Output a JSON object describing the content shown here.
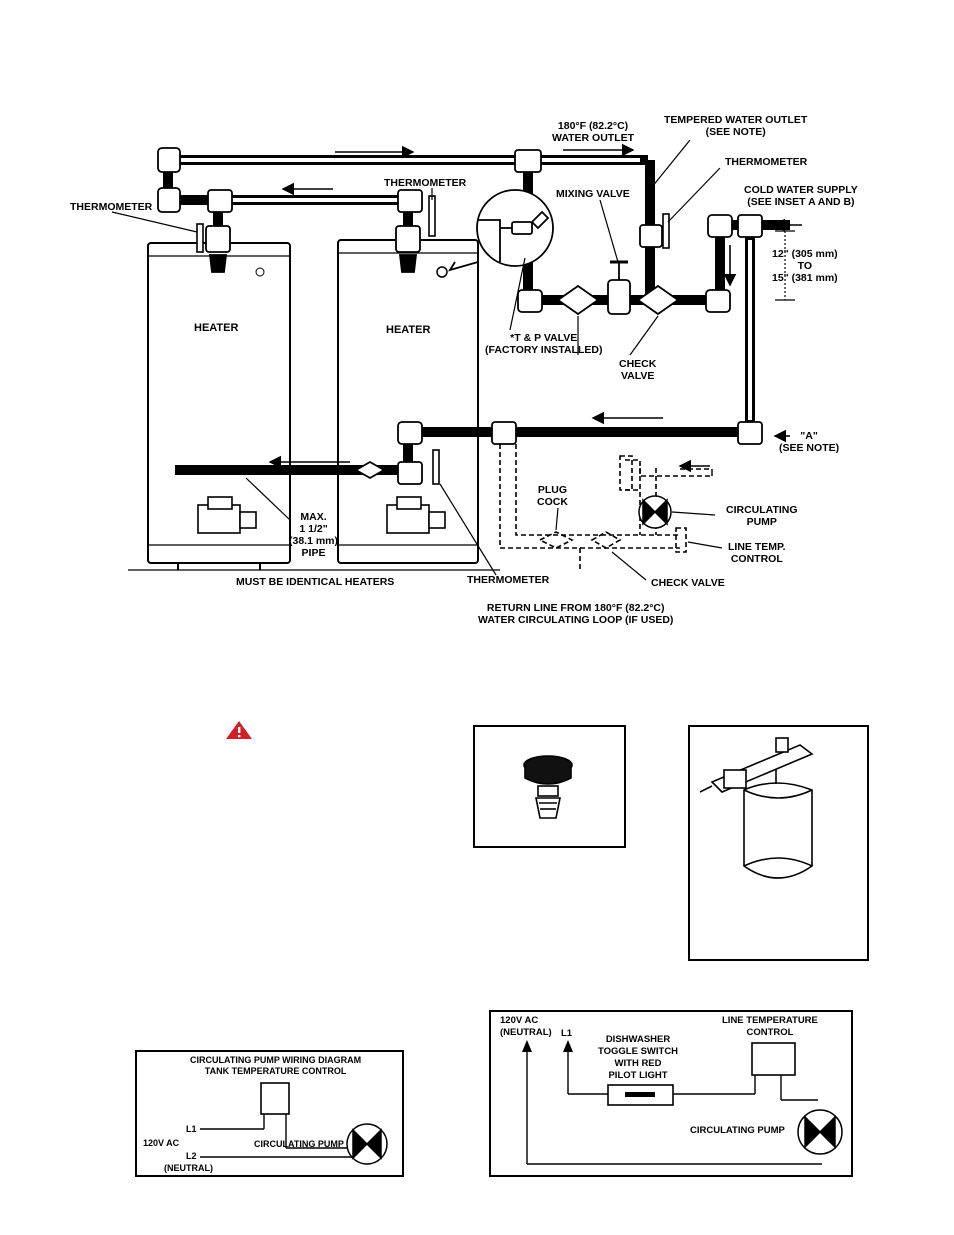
{
  "main_diagram": {
    "outlet_180": [
      "180°F (82.2°C)",
      "WATER OUTLET"
    ],
    "tempered_outlet": [
      "TEMPERED WATER OUTLET",
      "(SEE NOTE)"
    ],
    "thermometer_right": "THERMOMETER",
    "thermometer_mid": "THERMOMETER",
    "thermometer_left": "THERMOMETER",
    "thermometer_bottom": "THERMOMETER",
    "cold_supply": [
      "COLD WATER SUPPLY",
      "(SEE INSET A AND B)"
    ],
    "mixing_valve": "MIXING VALVE",
    "dim_12_15": [
      "12\" (305 mm)",
      "TO",
      "15\" (381 mm)"
    ],
    "heater_left": "HEATER",
    "heater_right": "HEATER",
    "tp_valve": [
      "*T & P VALVE",
      "(FACTORY INSTALLED)"
    ],
    "check_valve_top": [
      "CHECK",
      "VALVE"
    ],
    "point_a": [
      "\"A\"",
      "(SEE NOTE)"
    ],
    "plug_cock": [
      "PLUG",
      "COCK"
    ],
    "circulating_pump": [
      "CIRCULATING",
      "PUMP"
    ],
    "line_temp_control": [
      "LINE TEMP.",
      "CONTROL"
    ],
    "max_pipe": [
      "MAX.",
      "1 1/2\"",
      "(38.1 mm)",
      "PIPE"
    ],
    "identical": "MUST BE IDENTICAL HEATERS",
    "check_valve_bottom": "CHECK VALVE",
    "return_line": [
      "RETURN LINE FROM 180°F (82.2°C)",
      "WATER CIRCULATING LOOP (IF USED)"
    ]
  },
  "warning_icon": "warning-triangle-icon",
  "wiring_tank": {
    "title": [
      "CIRCULATING PUMP WIRING DIAGRAM",
      "TANK TEMPERATURE CONTROL"
    ],
    "l1": "L1",
    "voltage": "120V AC",
    "l2": "L2",
    "neutral": "(NEUTRAL)",
    "pump": "CIRCULATING PUMP"
  },
  "wiring_line": {
    "voltage": [
      "120V AC",
      "(NEUTRAL)"
    ],
    "l1": "L1",
    "switch": [
      "DISHWASHER",
      "TOGGLE SWITCH",
      "WITH RED",
      "PILOT LIGHT"
    ],
    "control": [
      "LINE TEMPERATURE",
      "CONTROL"
    ],
    "pump": "CIRCULATING PUMP"
  },
  "colors": {
    "warning": "#d0202a",
    "ink": "#000000"
  }
}
